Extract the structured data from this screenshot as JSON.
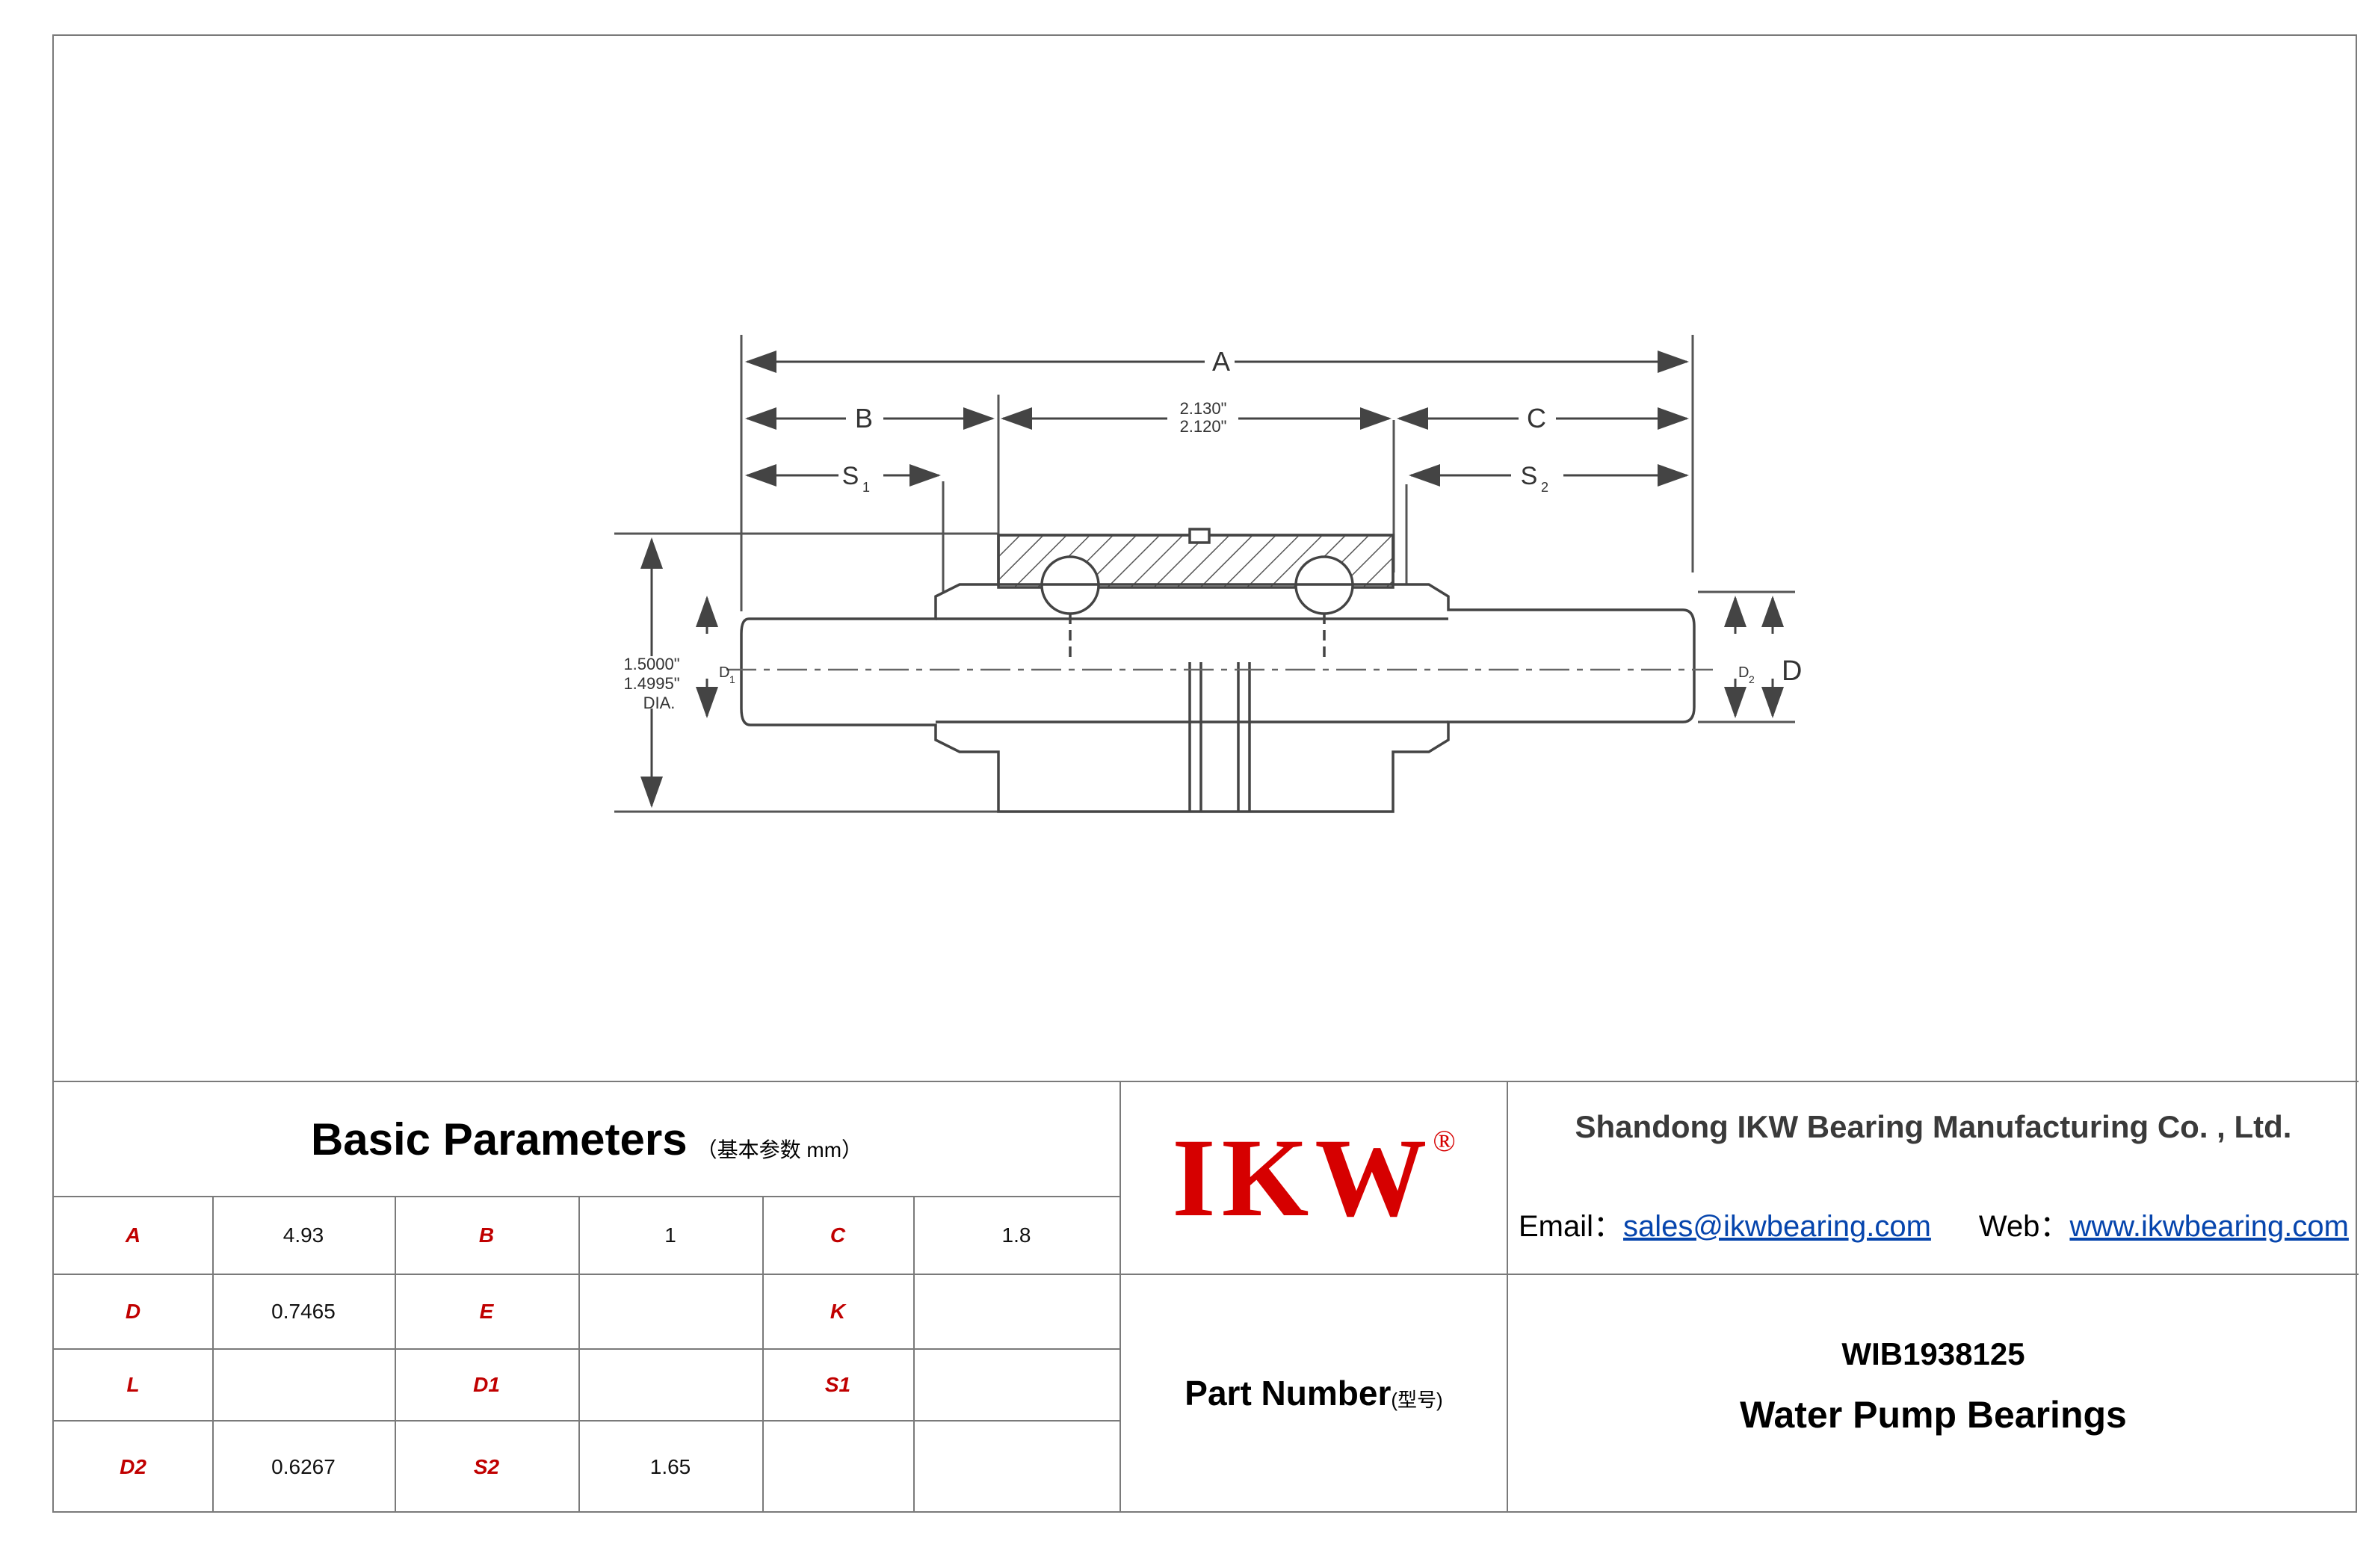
{
  "drawing": {
    "dims": {
      "A": "A",
      "B": "B",
      "C": "C",
      "S1": "S",
      "S1_sub": "1",
      "S2": "S",
      "S2_sub": "2",
      "upper_tol": "2.130\"",
      "lower_tol": "2.120\"",
      "dia_upper": "1.5000\"",
      "dia_lower": "1.4995\"",
      "dia_label": "DIA.",
      "D1": "D",
      "D1_sub": "1",
      "D2": "D",
      "D2_sub": "2",
      "D": "D"
    }
  },
  "basic_parameters": {
    "title": "Basic Parameters",
    "subtitle": "（基本参数 mm）",
    "rows": [
      [
        {
          "label": "A",
          "value": "4.93"
        },
        {
          "label": "B",
          "value": "1"
        },
        {
          "label": "C",
          "value": "1.8"
        }
      ],
      [
        {
          "label": "D",
          "value": "0.7465"
        },
        {
          "label": "E",
          "value": ""
        },
        {
          "label": "K",
          "value": ""
        }
      ],
      [
        {
          "label": "L",
          "value": ""
        },
        {
          "label": "D1",
          "value": ""
        },
        {
          "label": "S1",
          "value": ""
        }
      ],
      [
        {
          "label": "D2",
          "value": "0.6267"
        },
        {
          "label": "S2",
          "value": "1.65"
        },
        {
          "label": "",
          "value": ""
        }
      ]
    ]
  },
  "logo": {
    "text": "IKW",
    "reg": "®"
  },
  "company": {
    "name": "Shandong IKW Bearing Manufacturing Co. , Ltd.",
    "email_label": "Email：",
    "email": "sales@ikwbearing.com",
    "web_label": "Web：",
    "web": "www.ikwbearing.com"
  },
  "part": {
    "label": "Part Number",
    "label_sub": "(型号)",
    "number": "WIB1938125",
    "type": "Water Pump Bearings"
  }
}
